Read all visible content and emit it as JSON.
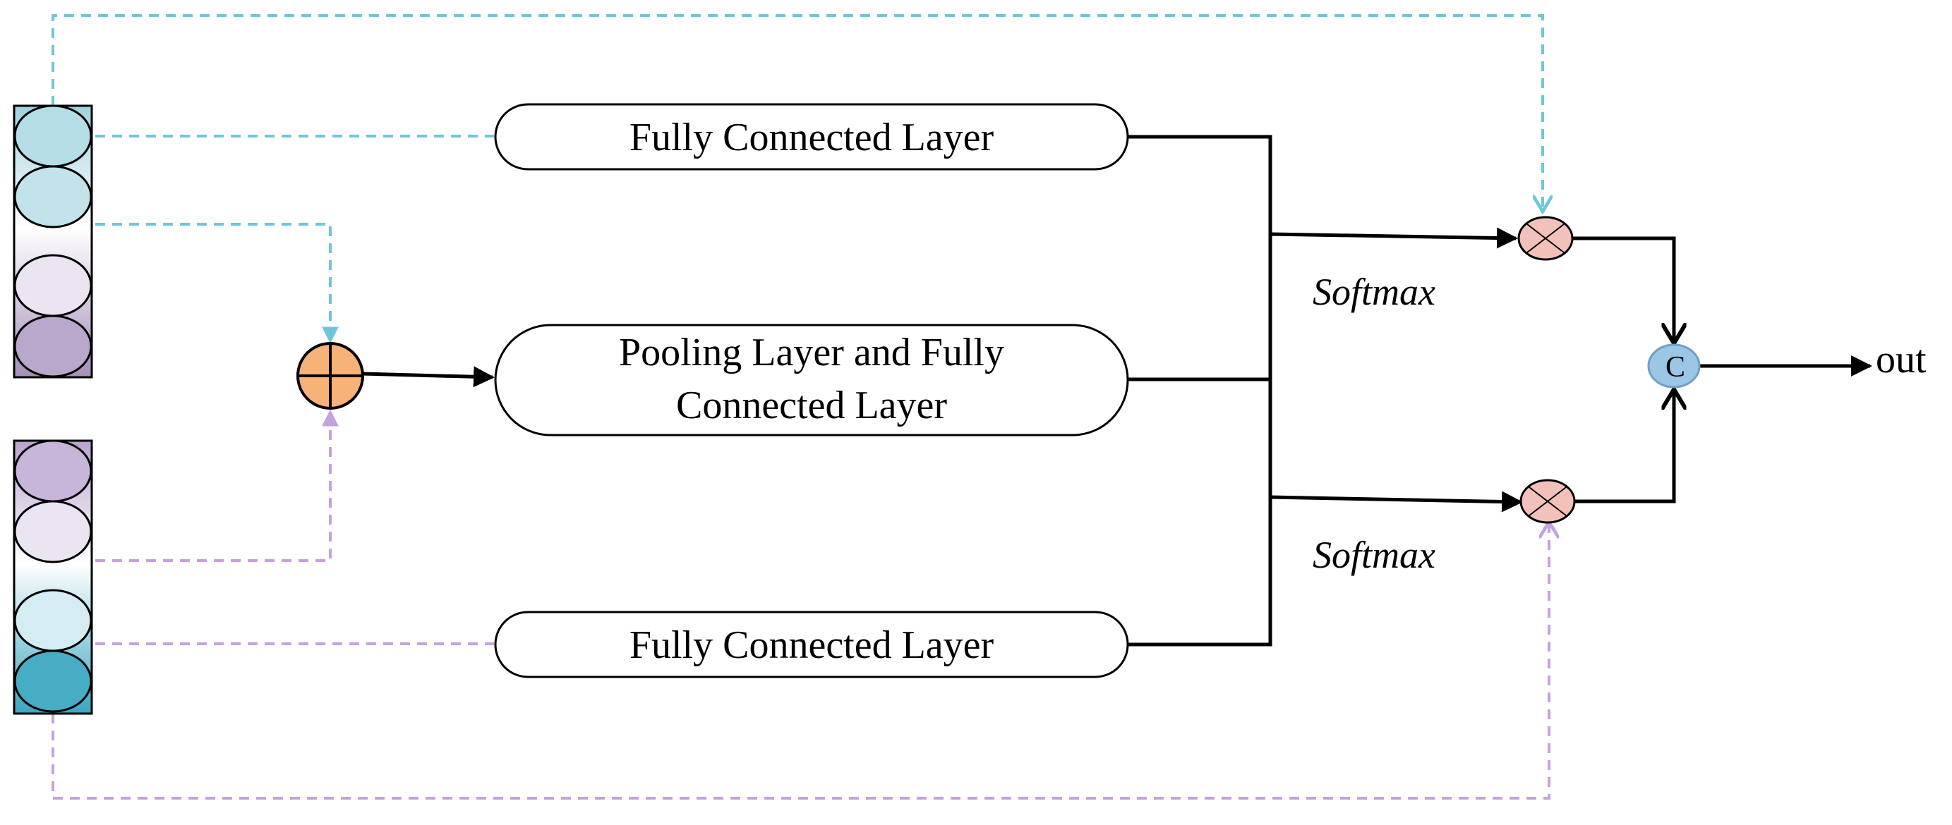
{
  "diagram": {
    "blocks": {
      "fc_top": "Fully Connected Layer",
      "pool_line1": "Pooling Layer and Fully",
      "pool_line2": "Connected Layer",
      "fc_bottom": "Fully Connected Layer"
    },
    "softmax_top": "Softmax",
    "softmax_bottom": "Softmax",
    "concat_symbol": "C",
    "output_label": "out",
    "colors": {
      "blue_dashed": "#6ec6d8",
      "purple_dashed": "#c4a3dc",
      "multiply_node": "#f2c1ba",
      "add_node": "#f7b27a",
      "concat_node": "#9cc6e6"
    }
  }
}
